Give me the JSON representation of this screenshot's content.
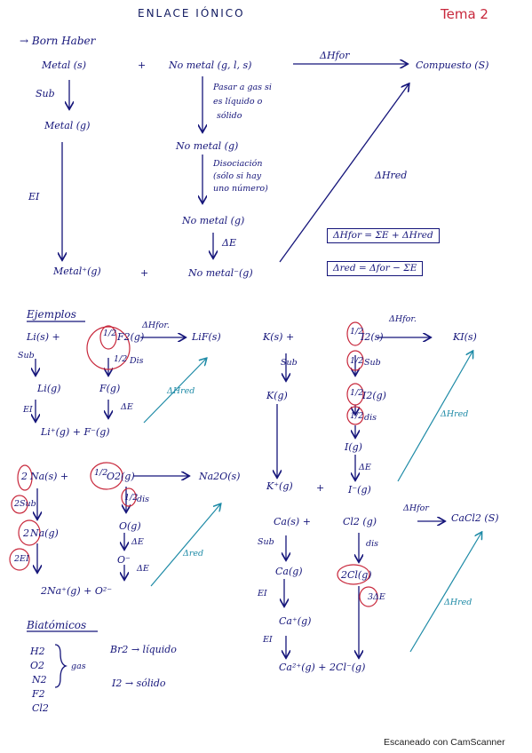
{
  "header": {
    "title": "ENLACE IÓNICO",
    "tag": "Tema 2"
  },
  "born": {
    "heading": "Born Haber",
    "metal_s": "Metal (s)",
    "plus": "+",
    "nometal_gls": "No metal (g, l, s)",
    "dhfor": "ΔHfor",
    "compuesto": "Compuesto (S)",
    "sub": "Sub",
    "pasar": [
      "Pasar a gas si",
      "es líquido o",
      "sólido"
    ],
    "metal_g": "Metal (g)",
    "nometal_g": "No metal (g)",
    "disociacion": [
      "Disociación",
      "(sólo si hay",
      "uno número)"
    ],
    "dhred": "ΔHred",
    "ei": "EI",
    "nometal_g2": "No metal (g)",
    "de": "ΔE",
    "metal_ion": "Metal⁺(g)",
    "nometal_ion": "No metal⁻(g)",
    "formula1": "ΔHfor = ΣE + ΔHred",
    "formula2": "Δred = Δfor − ΣE"
  },
  "ejemplos": {
    "heading": "Ejemplos",
    "lif": {
      "li_s": "Li(s) +",
      "half": "1/2",
      "f2": "F2(g)",
      "dhfor": "ΔHfor.",
      "product": "LiF(s)",
      "sub": "Sub",
      "dis_half": "1/2",
      "dis": "Dis",
      "li_g": "Li(g)",
      "f_g": "F(g)",
      "dhred": "ΔHred",
      "ei": "EI",
      "de": "ΔE",
      "ions": "Li⁺(g) + F⁻(g)"
    },
    "ki": {
      "k_s": "K(s) +",
      "half": "1/2",
      "i2": "I2(s)",
      "dhfor": "ΔHfor.",
      "product": "KI(s)",
      "sub": "Sub",
      "half_sub": "1/2",
      "sub2": "Sub",
      "k_g": "K(g)",
      "half_i2": "1/2",
      "i2_g": "I2(g)",
      "half_dis": "1/2",
      "dis": "dis",
      "dhred": "ΔHred",
      "i_g": "I(g)",
      "de": "ΔE",
      "k_ion": "K⁺(g)",
      "plus": "+",
      "i_ion": "I⁻(g)"
    },
    "na2o": {
      "coef": "2",
      "na_s": "Na(s) +",
      "half": "1/2",
      "o2": "O2(g)",
      "product": "Na2O(s)",
      "sub": "2Sub",
      "half_dis": "1/2",
      "dis": "dis",
      "coef2": "2",
      "na_g": "Na(g)",
      "o_g": "O(g)",
      "ei": "2EI",
      "de1": "ΔE",
      "o_minus": "O⁻",
      "de2": "ΔE",
      "dred": "Δred",
      "ions": "2Na⁺(g) + O²⁻"
    },
    "cacl2": {
      "ca_s": "Ca(s) +",
      "cl2": "Cl2 (g)",
      "dhfor": "ΔHfor",
      "product": "CaCl2 (S)",
      "sub": "Sub",
      "dis": "dis",
      "ca_g": "Ca(g)",
      "cl_g": "2Cl(g)",
      "de": "3ΔE",
      "ei1": "EI",
      "ca_plus": "Ca⁺(g)",
      "dhred": "ΔHred",
      "ei2": "EI",
      "ions": "Ca²⁺(g) + 2Cl⁻(g)"
    }
  },
  "biatomicos": {
    "heading": "Biatómicos",
    "list": [
      "H2",
      "O2",
      "N2",
      "F2",
      "Cl2"
    ],
    "gas": "gas",
    "br2": "Br2 → líquido",
    "i2": "I2 → sólido"
  },
  "footer": "Escaneado con CamScanner"
}
